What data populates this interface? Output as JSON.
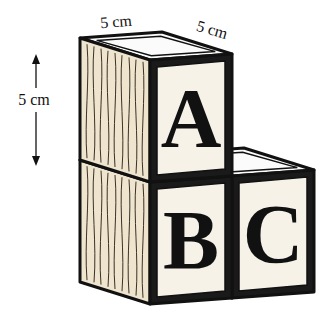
{
  "diagram": {
    "labels": [
      "5 cm",
      "5 cm",
      "5 cm",
      "A",
      "B",
      "C"
    ]
  }
}
